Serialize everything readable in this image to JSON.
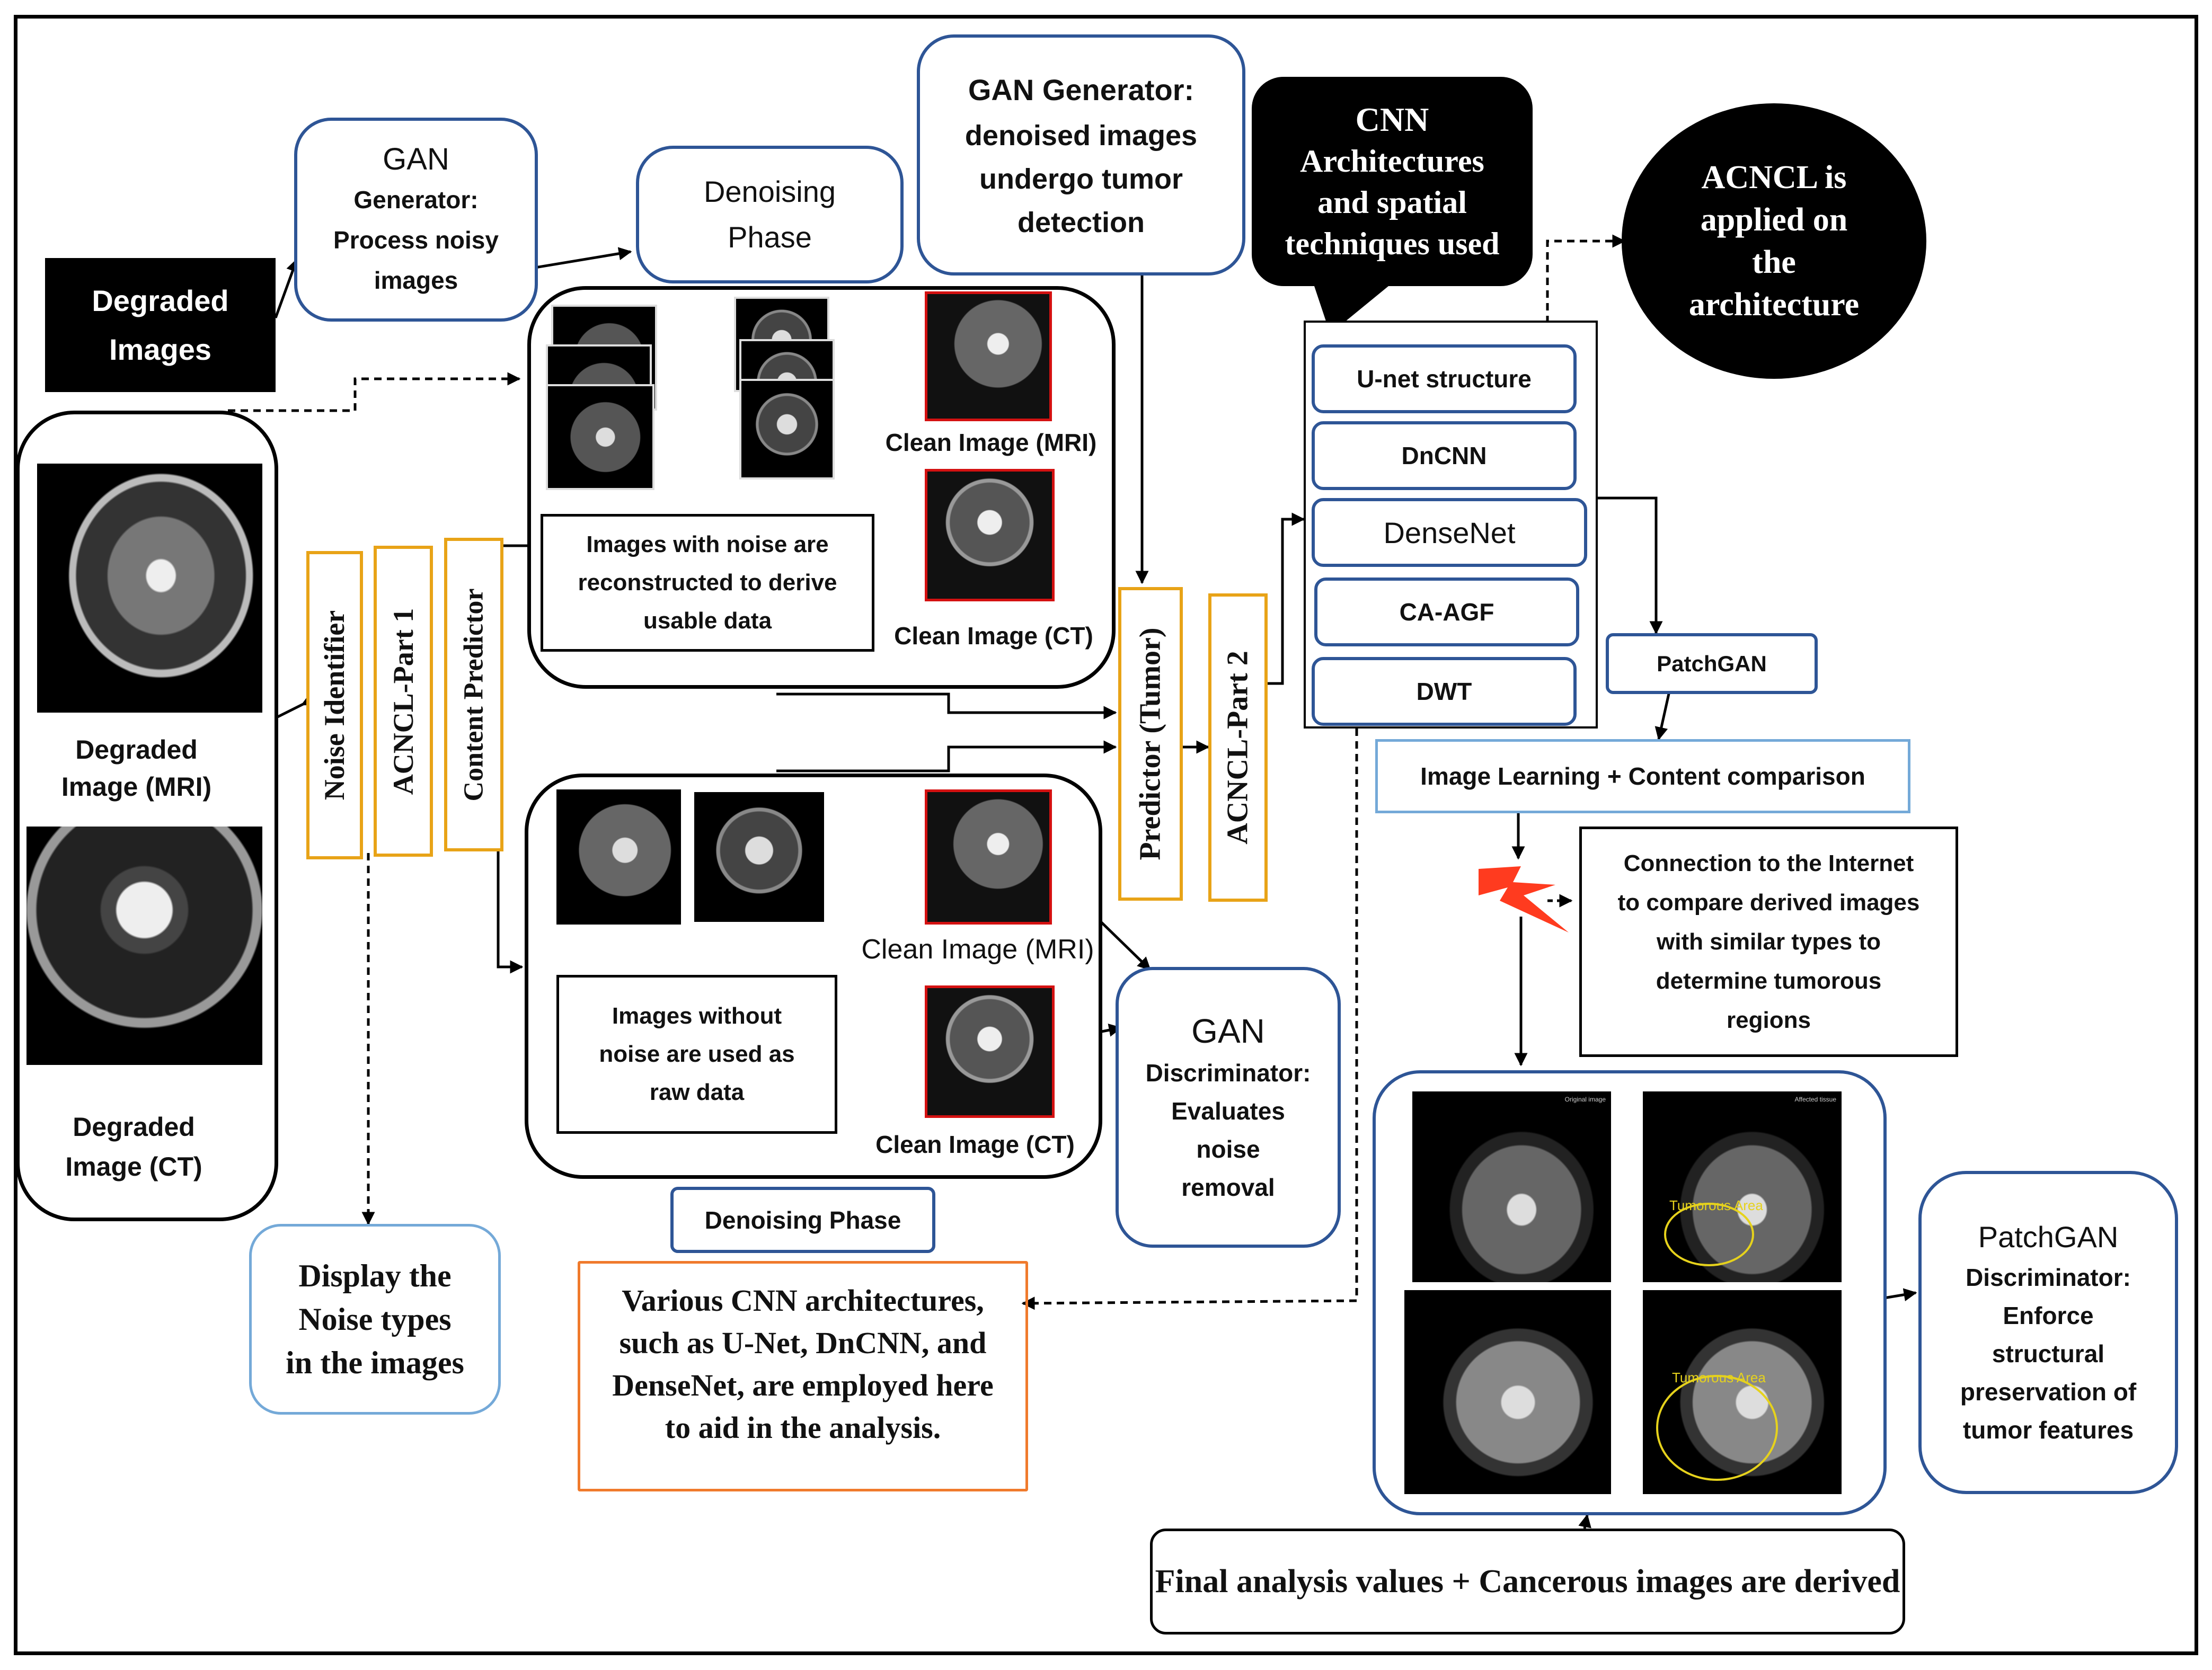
{
  "degraded_images_label": [
    "Degraded",
    "Images"
  ],
  "gan_generator_left": [
    "GAN",
    "Generator:",
    "Process noisy",
    "images"
  ],
  "denoising_phase_top": [
    "Denoising",
    "Phase"
  ],
  "gan_generator_top": [
    "GAN Generator:",
    "denoised images",
    "undergo tumor",
    "detection"
  ],
  "cnn_callout": [
    "CNN",
    "Architectures",
    "and spatial",
    "techniques used"
  ],
  "acncl_circle": [
    "ACNCL is",
    "applied on",
    "the",
    "architecture"
  ],
  "degraded_mri": [
    "Degraded",
    "Image (MRI)"
  ],
  "degraded_ct": [
    "Degraded",
    "Image (CT)"
  ],
  "noise_identifier": "Noise Identifier",
  "acncl_part1": "ACNCL-Part 1",
  "content_predictor": "Content Predictor",
  "predictor_tumor": "Predictor (Tumor)",
  "acncl_part2": "ACNCL-Part 2",
  "upper_panel": {
    "clean_mri": "Clean Image (MRI)",
    "clean_ct": "Clean Image (CT)",
    "note": [
      "Images with noise are",
      "reconstructed to derive",
      "usable data"
    ]
  },
  "lower_panel": {
    "clean_mri": "Clean Image (MRI)",
    "clean_ct": "Clean Image (CT)",
    "note": [
      "Images without",
      "noise are used as",
      "raw data"
    ]
  },
  "cnn_list": [
    "U-net structure",
    "DnCNN",
    "DenseNet",
    "CA-AGF",
    "DWT"
  ],
  "patchgan_label": "PatchGAN",
  "image_learning": "Image Learning + Content comparison",
  "internet_box": [
    "Connection to the Internet",
    "to compare derived images",
    "with similar types to",
    "determine tumorous",
    "regions"
  ],
  "gan_discriminator": [
    "GAN",
    "Discriminator:",
    "Evaluates",
    "noise",
    "removal"
  ],
  "denoising_phase_bottom": "Denoising Phase",
  "display_noise": [
    "Display the",
    "Noise types",
    "in the images"
  ],
  "cnn_note": [
    "Various CNN architectures,",
    "such as U-Net, DnCNN, and",
    "DenseNet, are employed here",
    "to aid in the analysis."
  ],
  "patchgan_discriminator": [
    "PatchGAN",
    "Discriminator:",
    "Enforce",
    "structural",
    "preservation of",
    "tumor features"
  ],
  "final_analysis": "Final analysis values + Cancerous images are derived",
  "result_images": {
    "labels": [
      "Original image",
      "Affected tissue",
      "Tumorous Area",
      "Tumorous Area"
    ]
  },
  "colors": {
    "dark_blue_border": "#2e5596",
    "light_blue_border": "#74a9d8",
    "gold_border": "#e8a317",
    "orange_border": "#f07a2c",
    "red_border": "#d41111",
    "lightning": "#ff3b1f"
  }
}
